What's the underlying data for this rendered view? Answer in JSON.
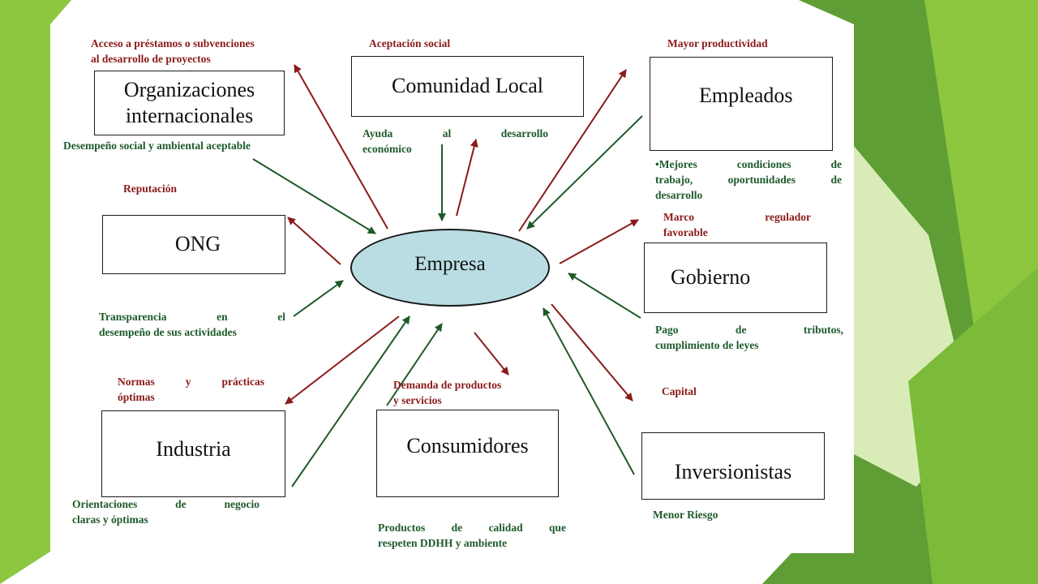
{
  "colors": {
    "accent_green": "#8dc63f",
    "dark_green": "#4f8a2a",
    "arrow_red": "#8b1a1a",
    "arrow_green": "#1e5a2a",
    "center_fill": "#b9dde3"
  },
  "center": {
    "label": "Empresa"
  },
  "boxes": {
    "org_int": {
      "line1": "Organizaciones",
      "line2": "internacionales"
    },
    "comunidad": "Comunidad Local",
    "empleados": "Empleados",
    "ong": "ONG",
    "gobierno": "Gobierno",
    "industria": "Industria",
    "consumidores": "Consumidores",
    "inversionistas": "Inversionistas"
  },
  "labels": {
    "acceso_l1": "Acceso a préstamos o subvenciones",
    "acceso_l2": "al desarrollo de proyectos",
    "desempeno": "Desempeño social y ambiental aceptable",
    "aceptacion": "Aceptación social",
    "ayuda_l1": "Ayuda al desarrollo",
    "ayuda_l2": "económico",
    "mayor_prod": "Mayor productividad",
    "mejores_l1": "•Mejores condiciones de",
    "mejores_l2": "trabajo, oportunidades de",
    "mejores_l3": "desarrollo",
    "reputacion": "Reputación",
    "marco_l1": "Marco regulador",
    "marco_l2": "favorable",
    "transp_l1": "Transparencia en el",
    "transp_l2": "desempeño de sus actividades",
    "pago_l1": "Pago de tributos,",
    "pago_l2": "cumplimiento de leyes",
    "normas_l1": "Normas y prácticas",
    "normas_l2": "óptimas",
    "demanda_l1": "Demanda de productos",
    "demanda_l2": "y servicios",
    "capital": "Capital",
    "orient_l1": "Orientaciones de negocio",
    "orient_l2": "claras y óptimas",
    "productos_l1": "Productos de calidad que",
    "productos_l2": "respeten DDHH y ambiente",
    "menor_riesgo": "Menor Riesgo"
  }
}
